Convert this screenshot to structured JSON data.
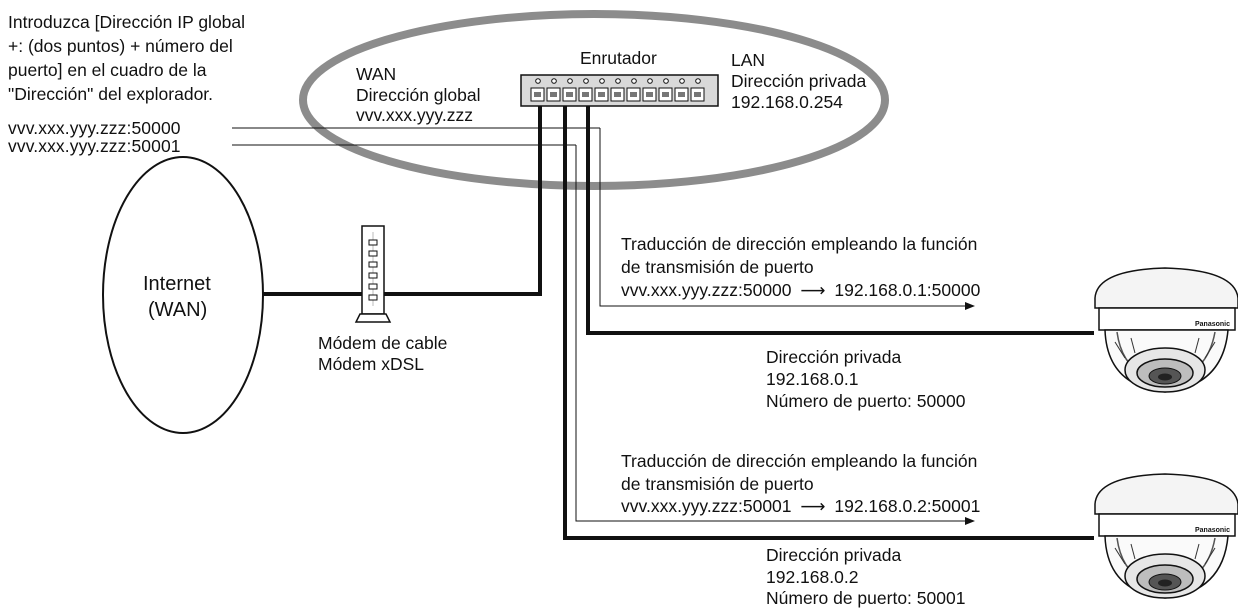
{
  "instruction": {
    "line1": "Introduzca [Dirección IP global",
    "line2": "+: (dos puntos) + número del",
    "line3": "puerto] en el cuadro de la",
    "line4": "\"Dirección\" del explorador."
  },
  "browser_addresses": [
    "vvv.xxx.yyy.zzz:50000",
    "vvv.xxx.yyy.zzz:50001"
  ],
  "wan": {
    "label": "WAN",
    "address_label": "Dirección global",
    "address": "vvv.xxx.yyy.zzz"
  },
  "router": {
    "label": "Enrutador"
  },
  "lan": {
    "label": "LAN",
    "address_label": "Dirección privada",
    "address": "192.168.0.254"
  },
  "internet": {
    "line1": "Internet",
    "line2": "(WAN)"
  },
  "modem": {
    "line1": "Módem de cable",
    "line2": "Módem xDSL"
  },
  "translations": [
    {
      "line1": "Traducción de dirección empleando la función",
      "line2": "de transmisión de puerto",
      "from": "vvv.xxx.yyy.zzz:50000",
      "arrow": "⟶",
      "to": "192.168.0.1:50000"
    },
    {
      "line1": "Traducción de dirección empleando la función",
      "line2": "de transmisión de puerto",
      "from": "vvv.xxx.yyy.zzz:50001",
      "arrow": "⟶",
      "to": "192.168.0.2:50001"
    }
  ],
  "cameras": [
    {
      "address_label": "Dirección privada",
      "address": "192.168.0.1",
      "port_label": "Número de puerto: 50000",
      "brand": "Panasonic"
    },
    {
      "address_label": "Dirección privada",
      "address": "192.168.0.2",
      "port_label": "Número de puerto: 50001",
      "brand": "Panasonic"
    }
  ]
}
